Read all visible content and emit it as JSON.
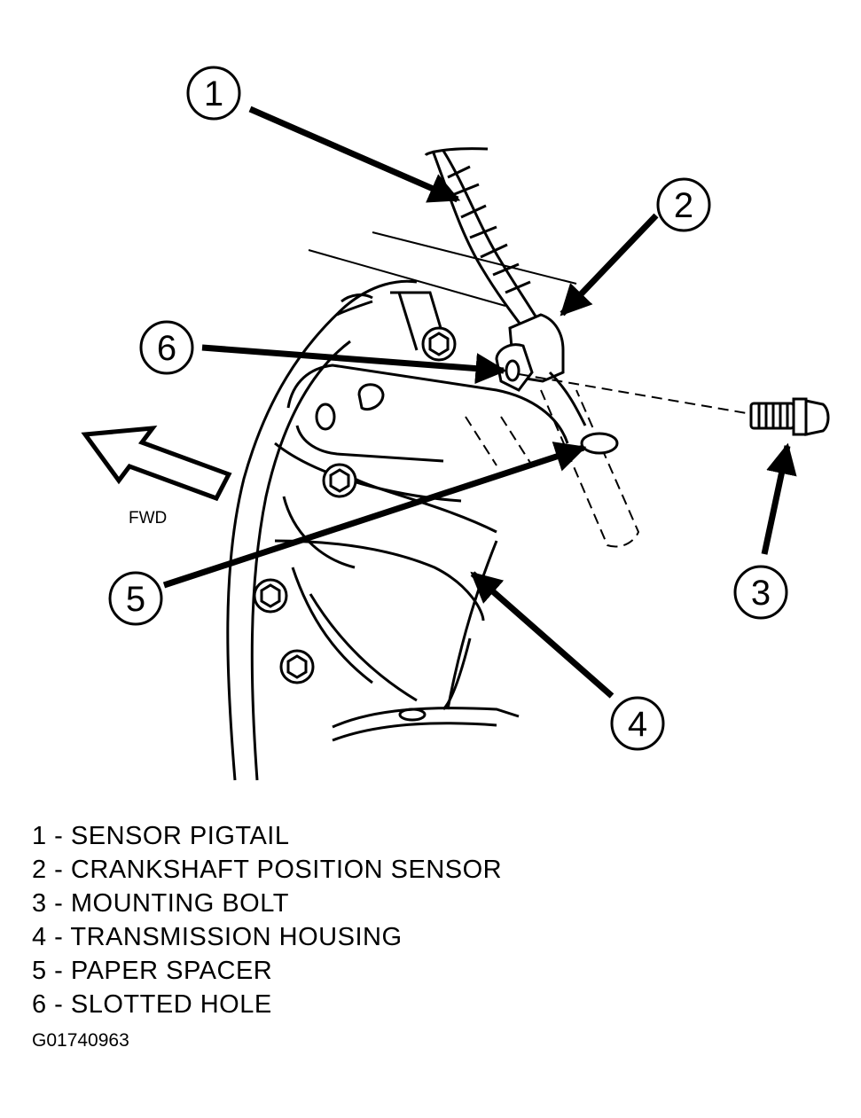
{
  "diagram": {
    "fwd_label": "FWD",
    "callouts": [
      "1",
      "2",
      "3",
      "4",
      "5",
      "6"
    ]
  },
  "legend": [
    "1 - SENSOR PIGTAIL",
    "2 - CRANKSHAFT POSITION SENSOR",
    "3 - MOUNTING BOLT",
    "4 - TRANSMISSION HOUSING",
    "5 - PAPER SPACER",
    "6 - SLOTTED HOLE"
  ],
  "figure_id": "G01740963",
  "colors": {
    "ink": "#000000",
    "paper": "#ffffff"
  }
}
